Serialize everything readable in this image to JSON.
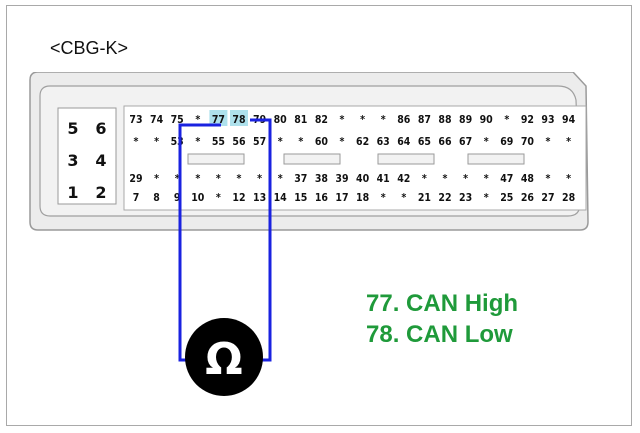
{
  "title": "<CBG-K>",
  "left_block": [
    [
      "5",
      "6"
    ],
    [
      "3",
      "4"
    ],
    [
      "1",
      "2"
    ]
  ],
  "pin_rows": {
    "row1": [
      "73",
      "74",
      "75",
      "*",
      "77",
      "78",
      "79",
      "80",
      "81",
      "82",
      "*",
      "*",
      "*",
      "86",
      "87",
      "88",
      "89",
      "90",
      "*",
      "92",
      "93",
      "94"
    ],
    "row2": [
      "*",
      "*",
      "53",
      "*",
      "55",
      "56",
      "57",
      "*",
      "*",
      "60",
      "*",
      "62",
      "63",
      "64",
      "65",
      "66",
      "67",
      "*",
      "69",
      "70",
      "*",
      "*"
    ],
    "row3": [
      "29",
      "*",
      "*",
      "*",
      "*",
      "*",
      "*",
      "*",
      "37",
      "38",
      "39",
      "40",
      "41",
      "42",
      "*",
      "*",
      "*",
      "*",
      "47",
      "48",
      "*",
      "*"
    ],
    "row4": [
      "7",
      "8",
      "9",
      "10",
      "*",
      "12",
      "13",
      "14",
      "15",
      "16",
      "17",
      "18",
      "*",
      "*",
      "21",
      "22",
      "23",
      "*",
      "25",
      "26",
      "27",
      "28"
    ]
  },
  "highlight_pins": [
    "77",
    "78"
  ],
  "meter_symbol": "Ω",
  "legend": [
    "77. CAN High",
    "78. CAN Low"
  ],
  "colors": {
    "wire": "#1a22e0",
    "legend": "#1f9a3a",
    "highlight_cell": "#aee1ec",
    "meter": "#000000"
  }
}
